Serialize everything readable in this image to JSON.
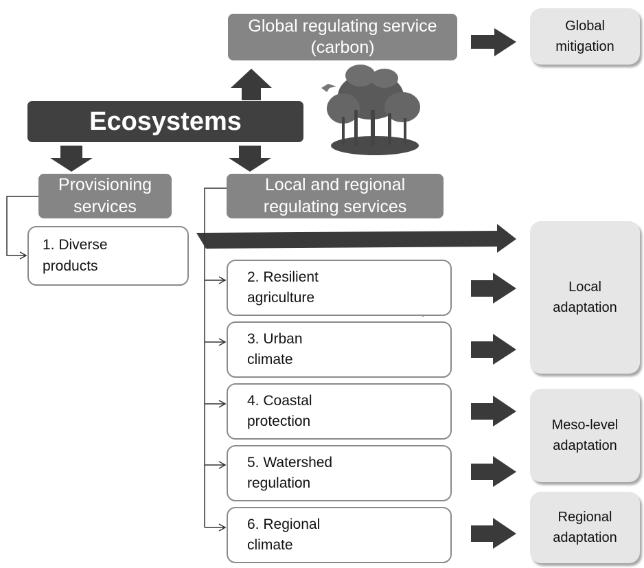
{
  "title": "Ecosystems",
  "headers": {
    "global_regulating": "Global regulating service\n(carbon)",
    "provisioning": "Provisioning\nservices",
    "local_regional": "Local and regional\nregulating services"
  },
  "services": [
    {
      "label": "1. Diverse\nproducts",
      "icon": "mushroom-logs-icon"
    },
    {
      "label": "2. Resilient\nagriculture",
      "icon": "tree-thermometer-icon"
    },
    {
      "label": "3. Urban\nclimate",
      "icon": "city-trees-icon"
    },
    {
      "label": "4. Coastal\nprotection",
      "icon": "palm-tree-waves-icon"
    },
    {
      "label": "5. Watershed\nregulation",
      "icon": "water-drop-flood-icon"
    },
    {
      "label": "6. Regional\nclimate",
      "icon": "rain-cloud-forest-icon"
    }
  ],
  "outcomes": {
    "global": "Global\nmitigation",
    "local": "Local\nadaptation",
    "meso": "Meso-level\nadaptation",
    "regional": "Regional\nadaptation"
  },
  "colors": {
    "dark_box": "#404040",
    "header_box": "#858585",
    "arrow": "#3a3a3a",
    "outcome_fill": "#e6e6e6",
    "service_border": "#8a8a8a"
  }
}
